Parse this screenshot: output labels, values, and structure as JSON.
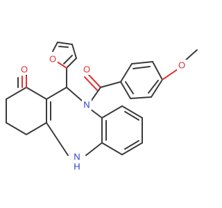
{
  "molecule": {
    "atoms": {
      "ketone_oxygen": "O",
      "furan_oxygen": "O",
      "amide_oxygen": "O",
      "methoxy_oxygen": "O",
      "ring_nitrogen": "N",
      "amine_nitrogen": "N",
      "amine_hydrogen": "H"
    }
  },
  "colors": {
    "bond": "#3a3a3a",
    "oxygen": "#e03030",
    "nitrogen": "#2a3cc8",
    "background": "#ffffff"
  }
}
